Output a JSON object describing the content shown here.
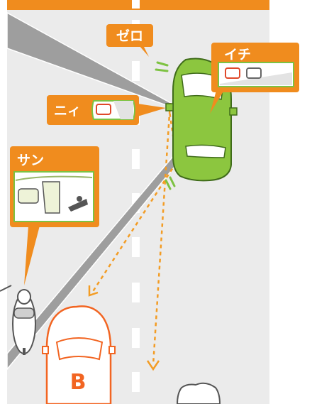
{
  "callouts": {
    "zero": "ゼロ",
    "ichi": "イチ",
    "nii": "ニィ",
    "san": "サン"
  },
  "vehicle_b_label": "B",
  "colors": {
    "orange": "#f08c1e",
    "road": "#ebebeb",
    "car_green": "#8cc63f",
    "car_outline": "#3f6b1a",
    "vehicle_b": "#f26522",
    "sight_beam": "#9e9e9e"
  },
  "icons": [
    "mirror-view-icon",
    "blind-spot-view-icon",
    "dashed-arrow-icon",
    "motorcycle-icon"
  ]
}
